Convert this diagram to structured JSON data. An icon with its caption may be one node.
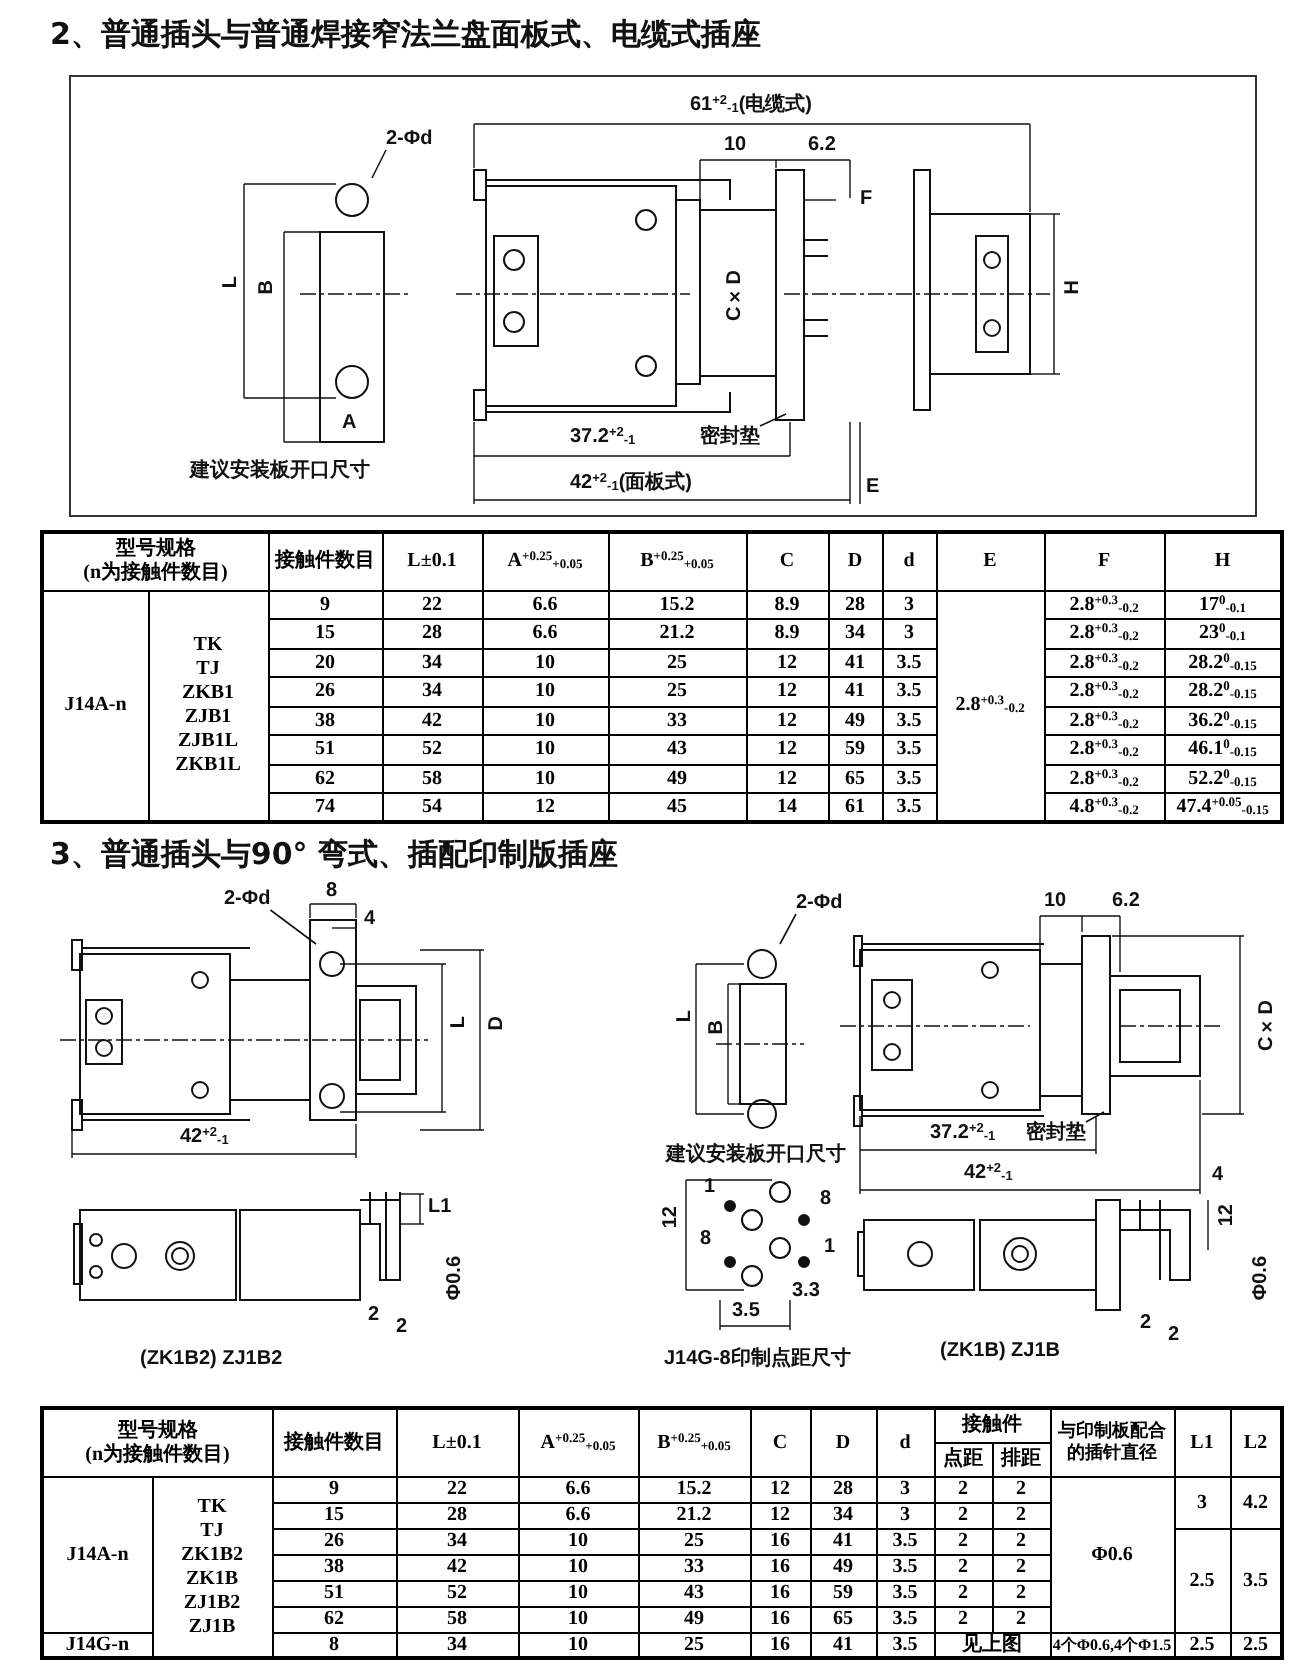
{
  "diagram": {
    "nodes": [
      {
        "text": [
          "2-Φd"
        ]
      },
      {
        "text": [
          "密封垫"
        ]
      },
      {
        "text": [
          "2-Φd"
        ]
      },
      {
        "text": [
          "2-Φd"
        ]
      },
      {
        "text": [
          "密封垫"
        ]
      }
    ],
    "edges": [
      {
        "from": 0,
        "to": null,
        "arrow": "none"
      },
      {
        "from": 1,
        "to": null,
        "arrow": "none"
      },
      {
        "from": 2,
        "to": null,
        "arrow": "none"
      },
      {
        "from": 3,
        "to": null,
        "arrow": "none"
      },
      {
        "from": 4,
        "to": null,
        "arrow": "none"
      }
    ],
    "labels": [
      "2、普通插头与普通焊接窄法兰盘面板式、电缆式插座",
      "L",
      "B",
      "A",
      "建议安装板开口尺寸",
      "61$^{+2}$$_{-1}$(电缆式)",
      "10",
      "6.2",
      "F",
      "C×D",
      "H",
      "37.2$^{+2}$$_{-1}$",
      "42$^{+2}$$_{-1}$(面板式)",
      "E",
      "型号规格",
      "(n为接触件数目)",
      "接触件数目",
      "L±0.1",
      "A$^{+0.25}$$_{+0.05}$",
      "B$^{+0.25}$$_{+0.05}$",
      "C",
      "D",
      "d",
      "E",
      "F",
      "H",
      "J14A-n",
      "TK",
      "TJ",
      "ZKB1",
      "ZJB1",
      "ZJB1L",
      "ZKB1L",
      "9",
      "22",
      "6.6",
      "15.2",
      "8.9",
      "28",
      "3",
      "2.8$^{+0.3}$$_{-0.2}$",
      "2.8$^{+0.3}$$_{-0.2}$",
      "17$^{0}$$_{-0.1}$",
      "15",
      "28",
      "6.6",
      "21.2",
      "8.9",
      "34",
      "3",
      "2.8$^{+0.3}$$_{-0.2}$",
      "23$^{0}$$_{-0.1}$",
      "20",
      "34",
      "10",
      "25",
      "12",
      "41",
      "3.5",
      "2.8$^{+0.3}$$_{-0.2}$",
      "28.2$^{0}$$_{-0.15}$",
      "26",
      "34",
      "10",
      "25",
      "12",
      "41",
      "3.5",
      "2.8$^{+0.3}$$_{-0.2}$",
      "28.2$^{0}$$_{-0.15}$",
      "38",
      "42",
      "10",
      "33",
      "12",
      "49",
      "3.5",
      "2.8$^{+0.3}$$_{-0.2}$",
      "36.2$^{0}$$_{-0.15}$",
      "51",
      "52",
      "10",
      "43",
      "12",
      "59",
      "3.5",
      "2.8$^{+0.3}$$_{-0.2}$",
      "46.1$^{0}$$_{-0.15}$",
      "62",
      "58",
      "10",
      "49",
      "12",
      "65",
      "3.5",
      "2.8$^{+0.3}$$_{-0.2}$",
      "52.2$^{0}$$_{-0.15}$",
      "74",
      "54",
      "12",
      "45",
      "14",
      "61",
      "3.5",
      "4.8$^{+0.3}$$_{-0.2}$",
      "47.4$^{+0.05}$$_{-0.15}$",
      "3、普通插头与90° 弯式、插配印制版插座",
      "8",
      "4",
      "L",
      "D",
      "42$^{+2}$$_{-1}$",
      "L1",
      "2",
      "2",
      "Φ0.6",
      "(ZK1B2) ZJ1B2",
      "L",
      "B",
      "建议安装板开口尺寸",
      "10",
      "6.2",
      "C×D",
      "37.2$^{+2}$$_{-1}$",
      "42$^{+2}$$_{-1}$",
      "1",
      "8",
      "12",
      "8",
      "1",
      "3.3",
      "3.5",
      "J14G-8印制点距尺寸",
      "4",
      "12",
      "2",
      "2",
      "Φ0.6",
      "(ZK1B) ZJ1B",
      "型号规格",
      "(n为接触件数目)",
      "接触件数目",
      "L±0.1",
      "A$^{+0.25}$$_{+0.05}$",
      "B$^{+0.25}$$_{+0.05}$",
      "C",
      "D",
      "d",
      "接触件",
      "与印制板配合的插针直径",
      "L1",
      "L2",
      "点距",
      "排距",
      "J14A-n",
      "TK",
      "TJ",
      "ZK1B2",
      "ZK1B",
      "ZJ1B2",
      "ZJ1B",
      "9",
      "22",
      "6.6",
      "15.2",
      "12",
      "28",
      "3",
      "2",
      "2",
      "Φ0.6",
      "3",
      "4.2",
      "15",
      "28",
      "6.6",
      "21.2",
      "12",
      "34",
      "3",
      "2",
      "2",
      "26",
      "34",
      "10",
      "25",
      "16",
      "41",
      "3.5",
      "2",
      "2",
      "2.5",
      "3.5",
      "38",
      "42",
      "10",
      "33",
      "16",
      "49",
      "3.5",
      "2",
      "2",
      "51",
      "52",
      "10",
      "43",
      "16",
      "59",
      "3.5",
      "2",
      "2",
      "62",
      "58",
      "10",
      "49",
      "16",
      "65",
      "3.5",
      "2",
      "2",
      "J14G-n",
      "8",
      "34",
      "10",
      "25",
      "16",
      "41",
      "3.5",
      "见上图",
      "4个Φ0.6,4个Φ1.5",
      "2.5",
      "2.5"
    ]
  }
}
